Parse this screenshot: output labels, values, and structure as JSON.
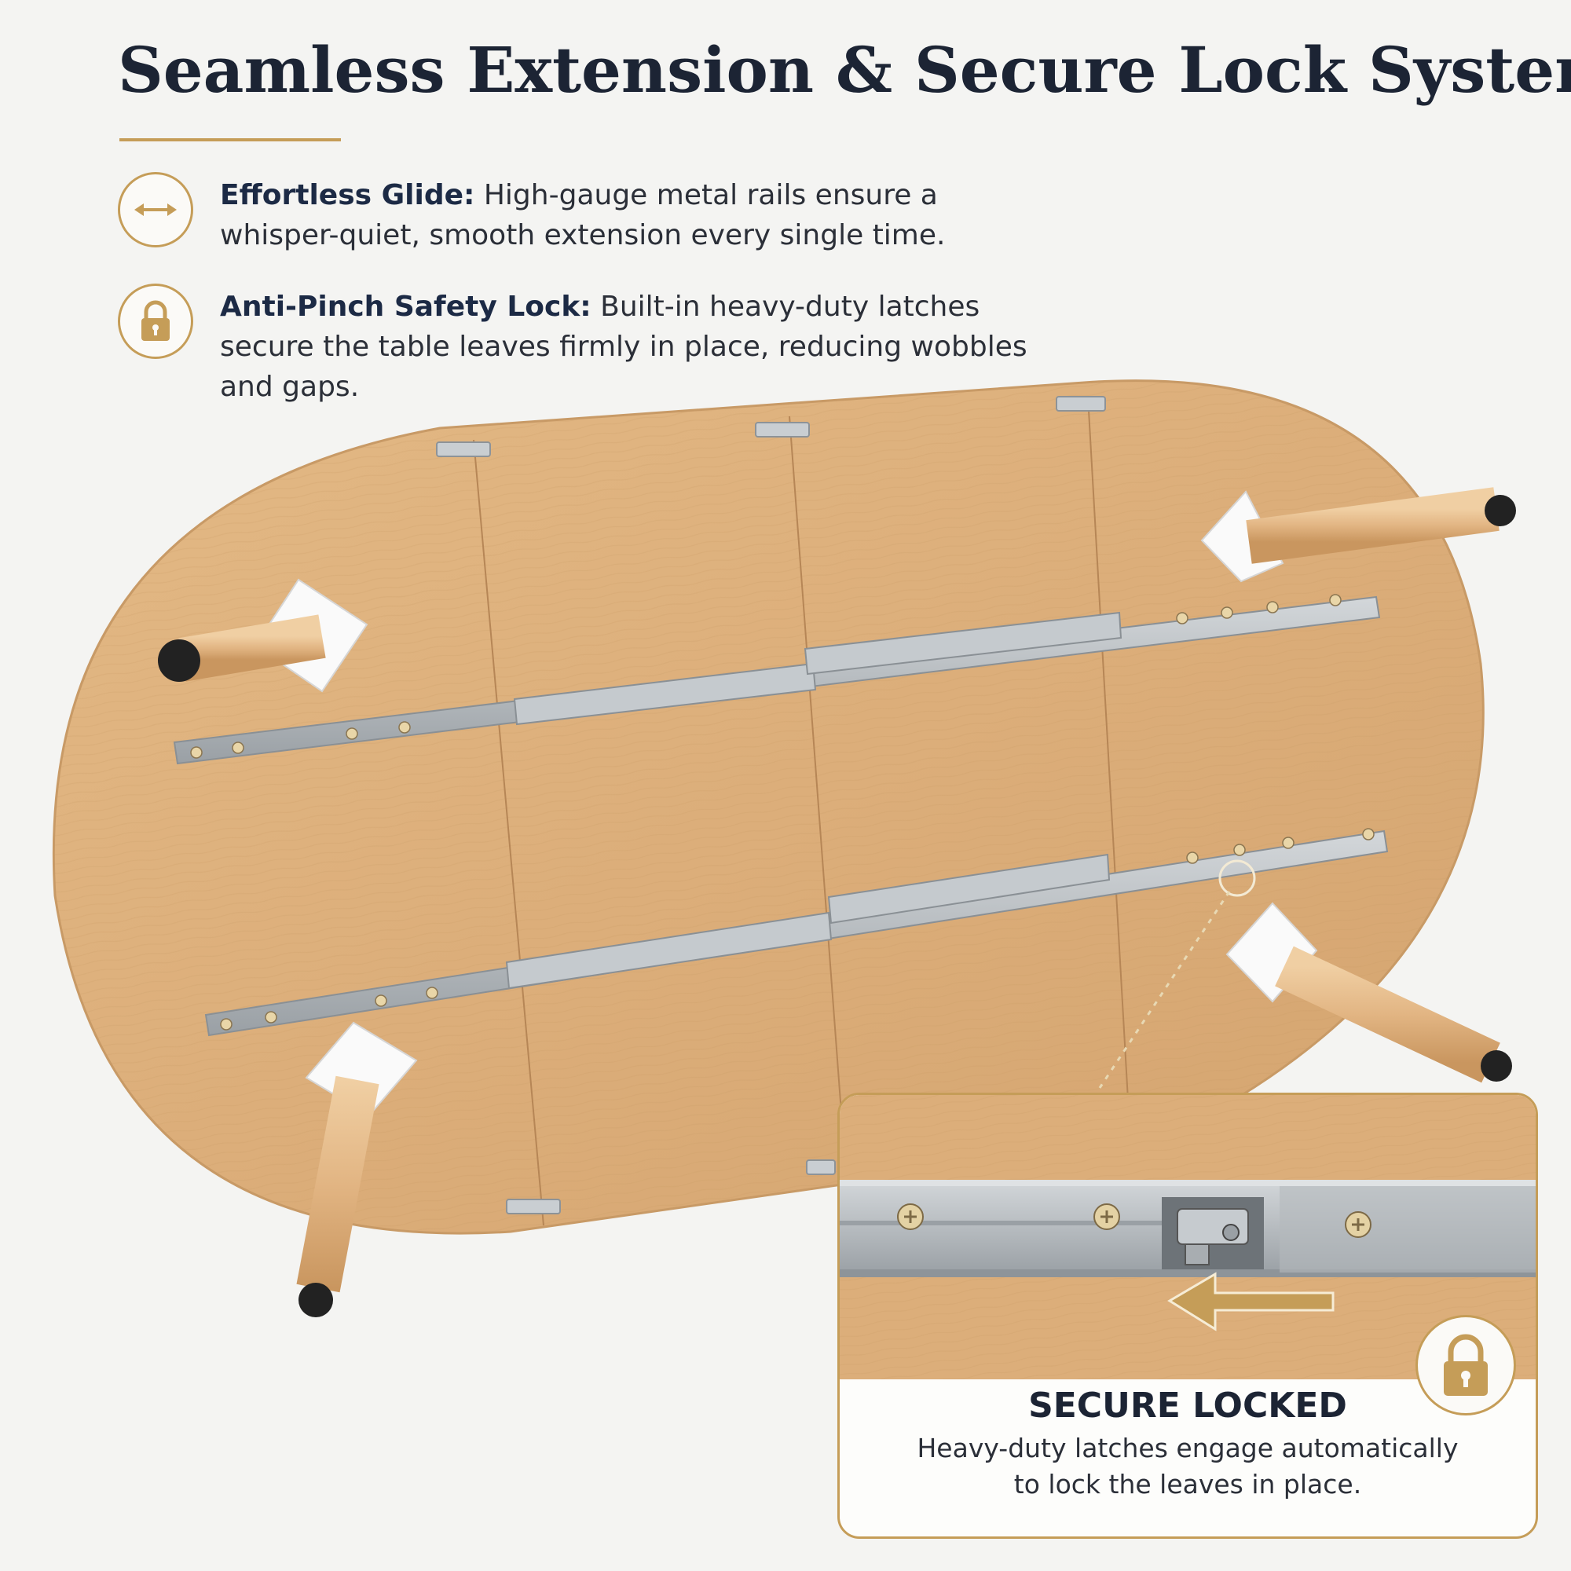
{
  "title": "Seamless Extension & Secure Lock System",
  "features": [
    {
      "icon": "double-arrow-icon",
      "heading": "Effortless Glide:",
      "text": "High-gauge metal rails ensure a whisper-quiet, smooth extension every single time."
    },
    {
      "icon": "padlock-icon",
      "heading": "Anti-Pinch Safety Lock:",
      "text": "Built-in heavy-duty latches secure the table leaves firmly in place, reducing wobbles and gaps."
    }
  ],
  "callout": {
    "title": "SECURE LOCKED",
    "text_line1": "Heavy-duty latches engage automatically",
    "text_line2": "to lock the leaves in place.",
    "icon": "padlock-icon"
  },
  "colors": {
    "accent_gold": "#c59d58",
    "title_navy": "#1c2434",
    "background": "#f4f4f2",
    "wood": "#dcae7a",
    "rail_metal": "#b9bfc4"
  }
}
